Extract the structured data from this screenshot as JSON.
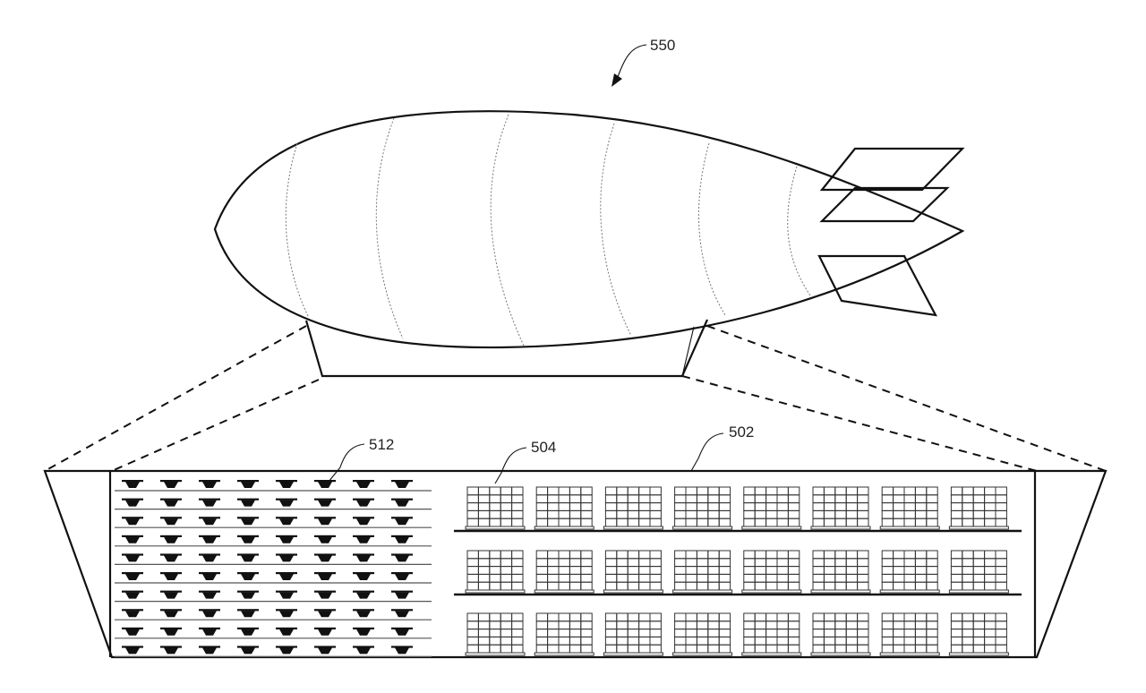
{
  "figure": {
    "labels": {
      "ref_550": "550",
      "ref_512": "512",
      "ref_504": "504",
      "ref_502": "502"
    },
    "counts": {
      "drone_rows": 10,
      "drones_per_row": 8,
      "storage_levels": 3,
      "pallets_per_level": 8
    }
  }
}
